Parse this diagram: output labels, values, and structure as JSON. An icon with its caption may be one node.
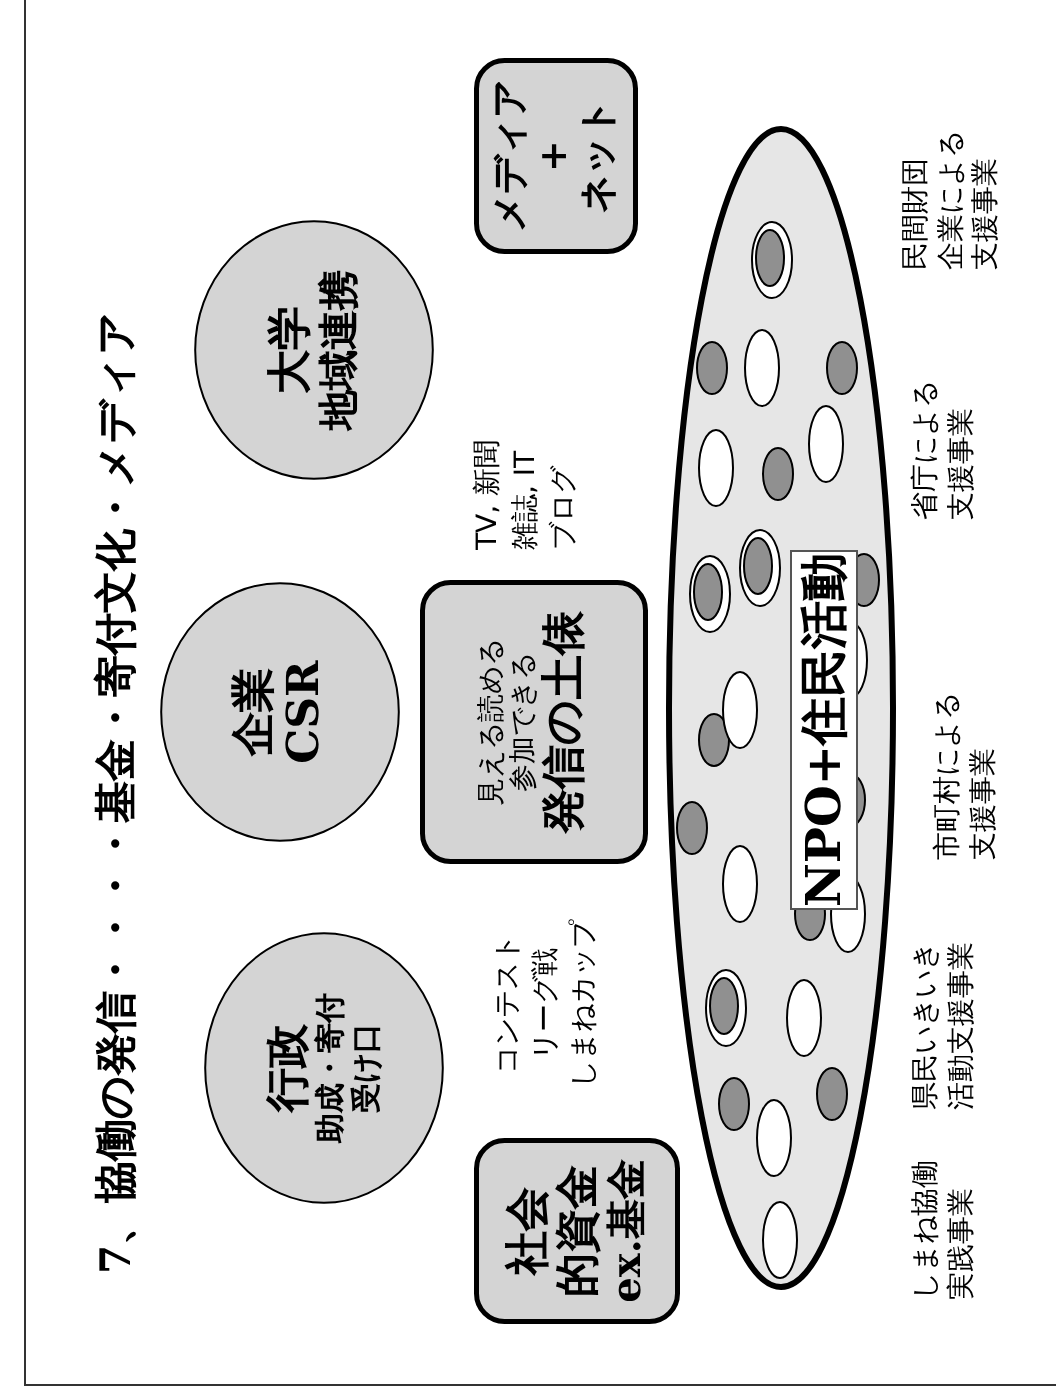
{
  "diagram": {
    "title": "7、協働の発信・・・・基金・寄付文化・メディア",
    "nodes": [
      {
        "text": [
          "社会的資金",
          "ex.基金"
        ]
      },
      {
        "text": [
          "行政",
          "助成・寄付受け口"
        ]
      },
      {
        "text": [
          "企業CSR"
        ]
      },
      {
        "text": [
          "見える読める参加できる",
          "発信の土俵"
        ]
      },
      {
        "text": [
          "大学",
          "地域連携"
        ]
      },
      {
        "text": [
          "メディア+ネット"
        ]
      },
      {
        "text": [],
        "shape": "ellipse"
      },
      {
        "text": [
          "NPO+住民活動"
        ],
        "in": 6
      }
    ],
    "labels": [
      "コンテスト",
      "リーグ戦",
      "しまねカップ",
      "TV, 新聞",
      "雑誌, IT",
      "ブログ",
      "しまね協働実践事業",
      "県民いきいき活動支援事業",
      "市町村による支援事業",
      "省庁による支援事業",
      "民間財団企業による支援事業"
    ]
  }
}
